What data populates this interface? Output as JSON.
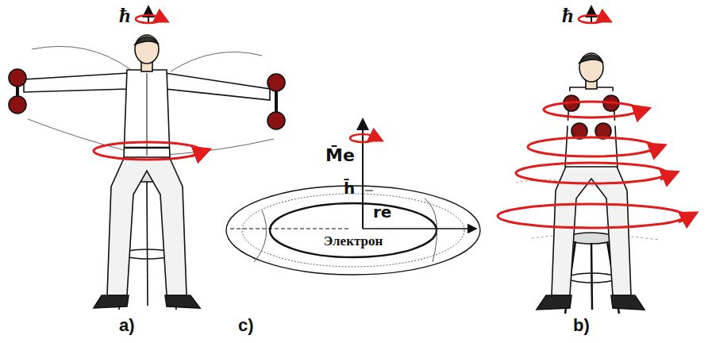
{
  "diagram": {
    "nodes": [
      {
        "text": [
          "Электрон"
        ]
      }
    ],
    "labels": [
      "ħ",
      "ħ",
      "M̄e",
      "h̄",
      "re",
      "a)",
      "c)",
      "b)"
    ]
  }
}
